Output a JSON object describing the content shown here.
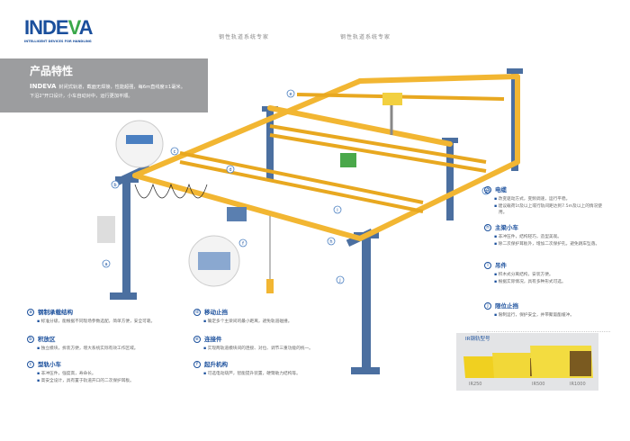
{
  "header": {
    "brand": "INDEVA",
    "brand_tagline": "INTELLIGENT DEVICES FOR HANDLING",
    "slogan_left": "钢性轨道系统专家",
    "slogan_right": "钢性轨道系统专家"
  },
  "intro": {
    "title": "产品特性",
    "brand": "INDEVA",
    "line1": "封闭式轨道，截面无焊接，性能超强，每6m直线度±1毫米。",
    "line2": "下沿2\"开口设计，小车自动对中，运行更加平顺。"
  },
  "features": [
    {
      "key": "a",
      "title": "钢制承载结构",
      "items": [
        "标准分级，能根据不同现场参数选配，简单方便，安全可靠。"
      ]
    },
    {
      "key": "b",
      "title": "积放区",
      "items": [
        "独立模块，拆装方便，增大系统实际有效工作区域。"
      ]
    },
    {
      "key": "c",
      "title": "型轨小车",
      "items": [
        "非冲压件，强度高，寿命长。",
        "高安全设计，具有置于轨道开口的二次保护耳板。"
      ]
    },
    {
      "key": "d",
      "title": "移动止挡",
      "items": [
        "确定多个主梁间的最小距离，避免轨道碰撞。"
      ]
    },
    {
      "key": "e",
      "title": "连接件",
      "items": [
        "实现两轨道模块间的连接、对位、调节三重功能的统一。"
      ]
    },
    {
      "key": "f",
      "title": "起升机构",
      "items": [
        "可选电动葫芦，智能提升装置，硬臂助力结构等。"
      ]
    },
    {
      "key": "g",
      "title": "电缆",
      "items": [
        "改变驱动方式，变频调速，运行平稳。",
        "建议载荷1t及以上或行轨间距达到7.5m及以上的情况使用。"
      ]
    },
    {
      "key": "h",
      "title": "主梁小车",
      "items": [
        "非冲压件，结构轻巧，造型美观。",
        "除二次保护耳板外，增加二次保护孔，避免跳车坠落。"
      ]
    },
    {
      "key": "i",
      "title": "吊件",
      "items": [
        "积木式分离结构，安装方便。",
        "根据实际情况，具有多种形式可选。"
      ]
    },
    {
      "key": "j",
      "title": "限位止挡",
      "items": [
        "限制运行，保护安全，并带聚氨酯缓冲。"
      ]
    }
  ],
  "rails": {
    "title": "IR钢轨型号",
    "models": [
      "IR250",
      "IR500",
      "IR1000"
    ]
  },
  "colors": {
    "brand_blue": "#1a4f9c",
    "rail_yellow": "#f2b632",
    "post_blue": "#4b6fa0",
    "panel_gray": "#9c9d9f"
  }
}
